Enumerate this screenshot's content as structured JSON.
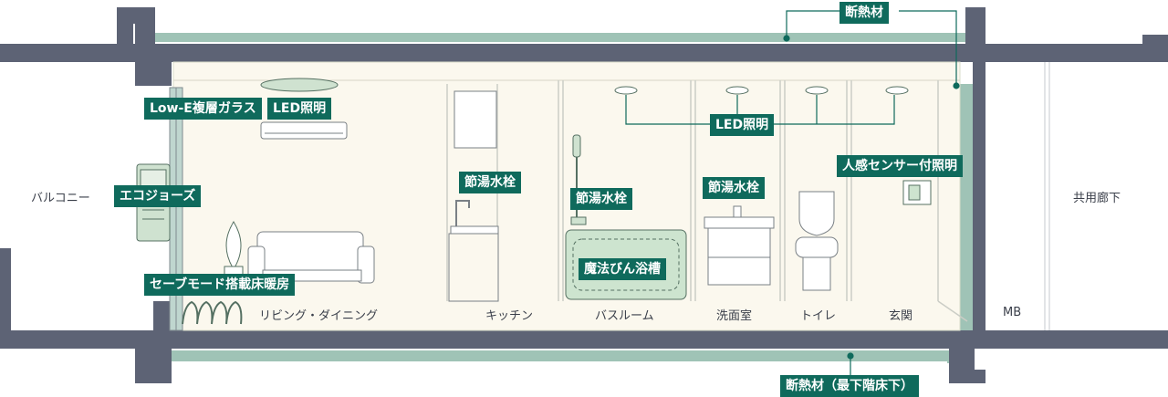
{
  "colors": {
    "wall": "#5d6375",
    "insulation": "#9fc3b6",
    "interior": "#fbf8ee",
    "label_bg": "#0f6a5c",
    "equipment_green": "#cde4cf",
    "line": "#0f6a5c"
  },
  "outside_labels": {
    "balcony": "バルコニー",
    "corridor": "共用廊下",
    "mb": "MB"
  },
  "rooms": {
    "living": "リビング・ダイニング",
    "kitchen": "キッチン",
    "bath": "バスルーム",
    "washroom": "洗面室",
    "toilet": "トイレ",
    "entrance": "玄関"
  },
  "callouts": {
    "insulation_top": "断熱材",
    "insulation_bottom": "断熱材（最下階床下）",
    "low_e_glass": "Low-E複層ガラス",
    "led_living": "LED照明",
    "led_downlights": "LED照明",
    "eco_jozu": "エコジョーズ",
    "save_mode_floor_heating": "セーブモード搭載床暖房",
    "water_saving_kitchen": "節湯水栓",
    "water_saving_bath": "節湯水栓",
    "water_saving_wash": "節湯水栓",
    "mahou_bin_bath": "魔法びん浴槽",
    "motion_sensor_light": "人感センサー付照明"
  },
  "icons": [
    "ceiling-light-icon",
    "air-conditioner-icon",
    "water-heater-icon",
    "floor-heating-icon",
    "sofa-icon",
    "plant-icon",
    "kitchen-faucet-icon",
    "shower-icon",
    "bathtub-icon",
    "wash-basin-icon",
    "toilet-icon",
    "downlight-icon",
    "sensor-switch-icon"
  ]
}
